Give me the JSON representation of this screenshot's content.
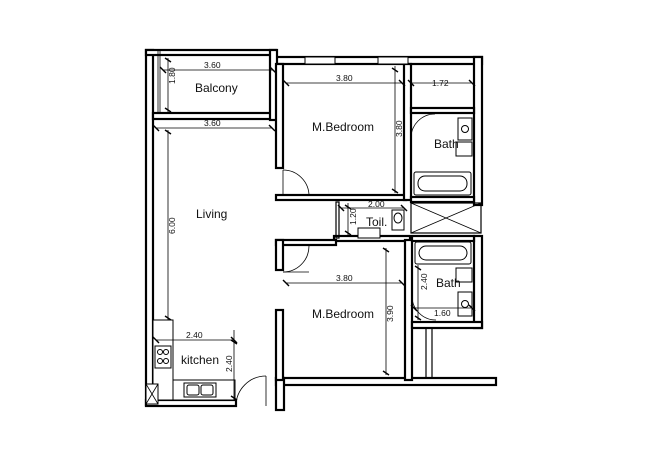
{
  "rooms": {
    "balcony": "Balcony",
    "living": "Living",
    "bedroom_top": "M.Bedroom",
    "bedroom_bottom": "M.Bedroom",
    "bath_top": "Bath",
    "bath_bottom": "Bath",
    "toilet": "Toil.",
    "kitchen": "kitchen"
  },
  "dimensions": {
    "balcony_width": "3.60",
    "balcony_depth": "1.80",
    "living_width": "3.60",
    "living_depth": "6.00",
    "bedroom_top_width": "3.80",
    "bedroom_top_depth": "3.80",
    "bath_top_width": "1.72",
    "toilet_width": "2.00",
    "toilet_depth": "1.20",
    "bedroom_bottom_width": "3.80",
    "bedroom_bottom_depth": "3.90",
    "bath_bottom_depth": "2.40",
    "bath_bottom_width": "1.60",
    "kitchen_width": "2.40",
    "kitchen_depth": "2.40"
  }
}
